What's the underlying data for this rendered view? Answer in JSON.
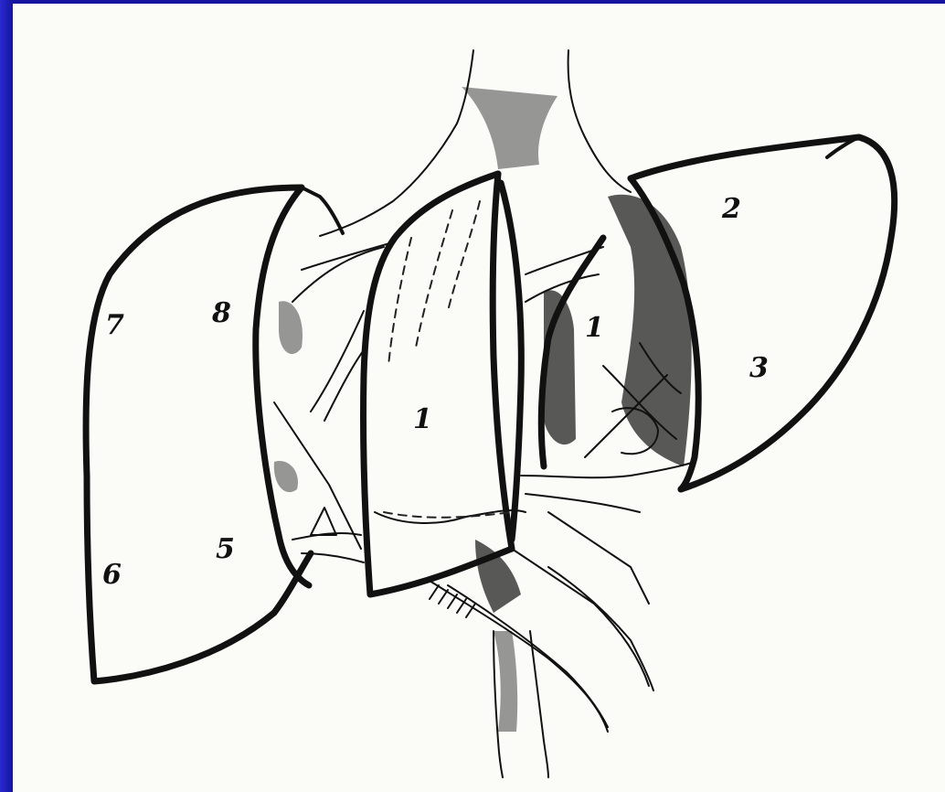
{
  "segments": {
    "seg1_left": "1",
    "seg1_right": "1",
    "seg2": "2",
    "seg3": "3",
    "seg5": "5",
    "seg6": "6",
    "seg7": "7",
    "seg8": "8"
  },
  "colors": {
    "background": "#1414a0",
    "paper": "#fbfbf7",
    "ink": "#111111"
  }
}
